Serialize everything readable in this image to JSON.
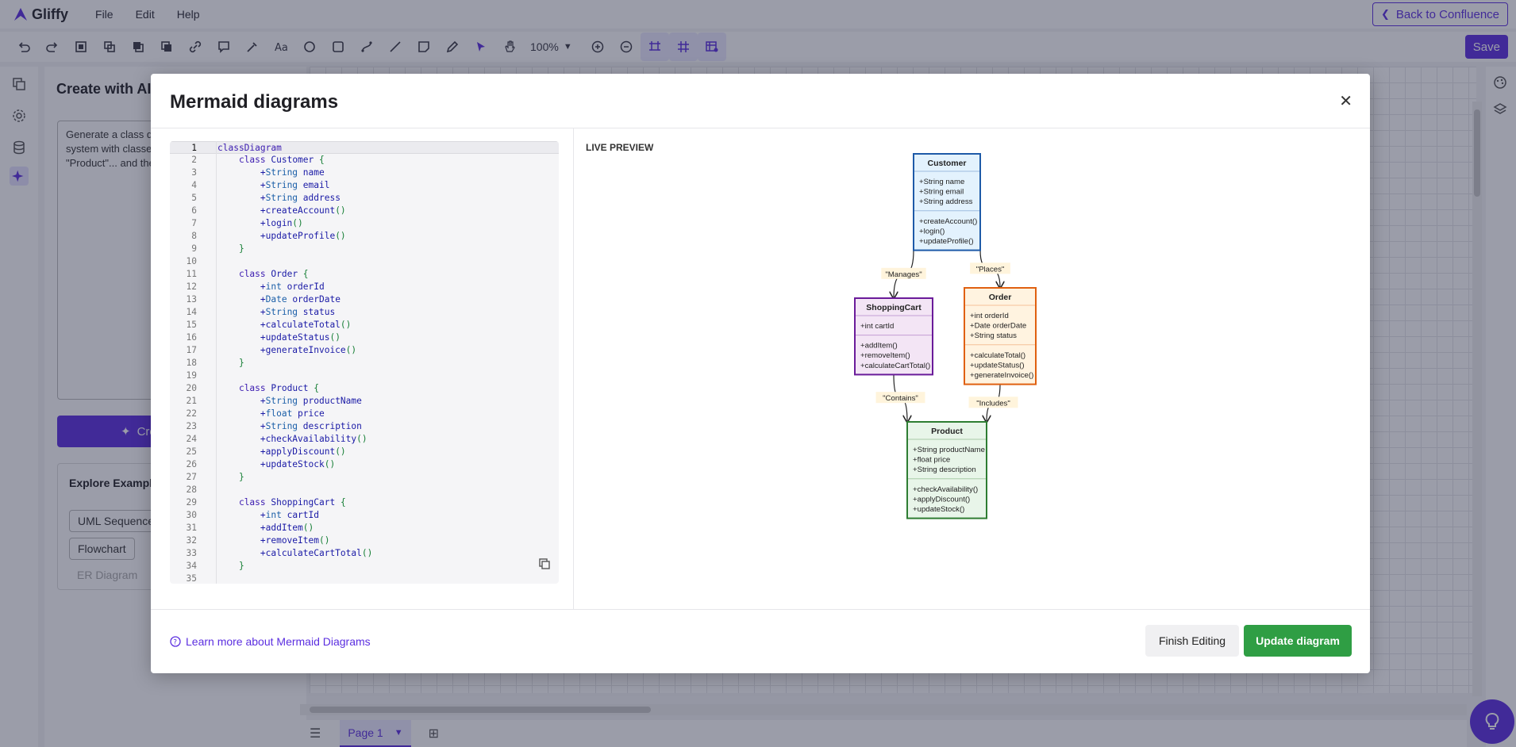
{
  "app": {
    "logo": "Gliffy",
    "menu": [
      "File",
      "Edit",
      "Help"
    ],
    "back_label": "Back to Confluence",
    "save_label": "Save",
    "zoom": "100%",
    "brand_color": "#5b2ee0"
  },
  "ai_panel": {
    "title": "Create with AI",
    "prompt_text": "Generate a class diagram for an e-commerce system with classes \"Customer\", \"Order\", \"Product\"... and their relationships",
    "create_label": "Create",
    "explore_title": "Explore Examples",
    "examples": [
      "UML Sequence",
      "Flowchart",
      "ER Diagram"
    ]
  },
  "page_tab": "Page 1",
  "modal": {
    "title": "Mermaid diagrams",
    "preview_label": "LIVE PREVIEW",
    "learn_more": "Learn more about Mermaid Diagrams",
    "finish_label": "Finish Editing",
    "update_label": "Update diagram",
    "code_lines": [
      "classDiagram",
      "    class Customer {",
      "        +String name",
      "        +String email",
      "        +String address",
      "        +createAccount()",
      "        +login()",
      "        +updateProfile()",
      "    }",
      "",
      "    class Order {",
      "        +int orderId",
      "        +Date orderDate",
      "        +String status",
      "        +calculateTotal()",
      "        +updateStatus()",
      "        +generateInvoice()",
      "    }",
      "",
      "    class Product {",
      "        +String productName",
      "        +float price",
      "        +String description",
      "        +checkAvailability()",
      "        +applyDiscount()",
      "        +updateStock()",
      "    }",
      "",
      "    class ShoppingCart {",
      "        +int cartId",
      "        +addItem()",
      "        +removeItem()",
      "        +calculateCartTotal()",
      "    }",
      ""
    ],
    "diagram": {
      "classes": [
        {
          "id": "customer",
          "name": "Customer",
          "attributes": [
            "+String name",
            "+String email",
            "+String address"
          ],
          "methods": [
            "+createAccount()",
            "+login()",
            "+updateProfile()"
          ],
          "fill": "#e3f2fd",
          "stroke": "#1e5aa8"
        },
        {
          "id": "cart",
          "name": "ShoppingCart",
          "attributes": [
            "+int cartId"
          ],
          "methods": [
            "+addItem()",
            "+removeItem()",
            "+calculateCartTotal()"
          ],
          "fill": "#f3e5f5",
          "stroke": "#6a1b9a"
        },
        {
          "id": "order",
          "name": "Order",
          "attributes": [
            "+int orderId",
            "+Date orderDate",
            "+String status"
          ],
          "methods": [
            "+calculateTotal()",
            "+updateStatus()",
            "+generateInvoice()"
          ],
          "fill": "#fff3e0",
          "stroke": "#e06010"
        },
        {
          "id": "product",
          "name": "Product",
          "attributes": [
            "+String productName",
            "+float price",
            "+String description"
          ],
          "methods": [
            "+checkAvailability()",
            "+applyDiscount()",
            "+updateStock()"
          ],
          "fill": "#e8f5e9",
          "stroke": "#2e7d32"
        }
      ],
      "relations": [
        {
          "from": "customer",
          "to": "cart",
          "label": "\"Manages\""
        },
        {
          "from": "customer",
          "to": "order",
          "label": "\"Places\""
        },
        {
          "from": "cart",
          "to": "product",
          "label": "\"Contains\""
        },
        {
          "from": "order",
          "to": "product",
          "label": "\"Includes\""
        }
      ],
      "label_bg": "#fff4dc"
    }
  }
}
